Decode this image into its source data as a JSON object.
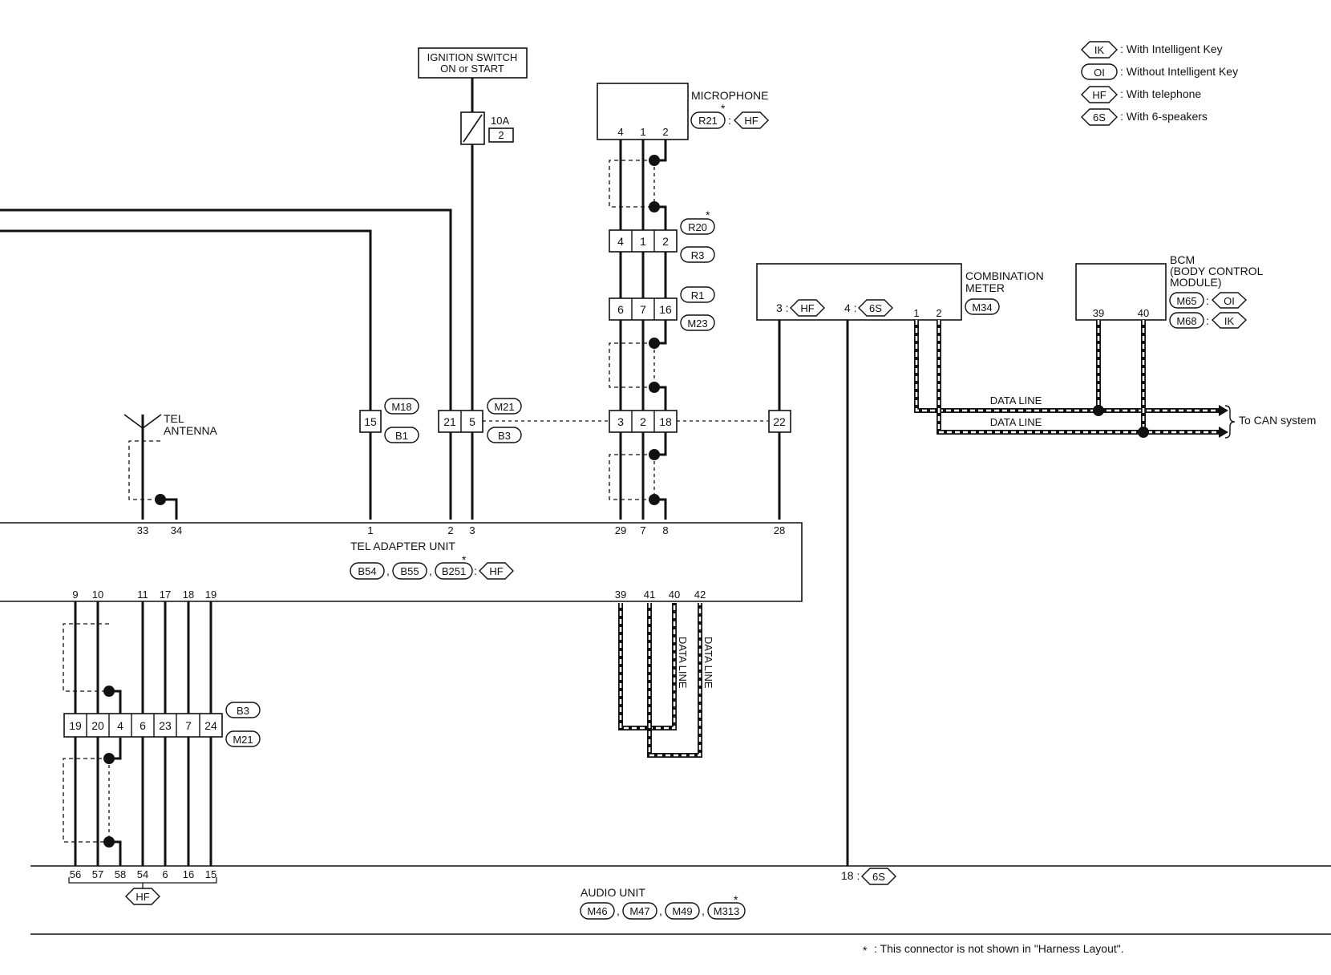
{
  "legend": {
    "ik": {
      "code": "IK",
      "text": ": With Intelligent Key"
    },
    "oi": {
      "code": "OI",
      "text": ": Without Intelligent Key"
    },
    "hf": {
      "code": "HF",
      "text": ": With telephone"
    },
    "s6": {
      "code": "6S",
      "text": ": With 6-speakers"
    }
  },
  "ignition": {
    "line1": "IGNITION SWITCH",
    "line2": "ON or START",
    "fuse": "10A",
    "fuse_no": "2"
  },
  "microphone": {
    "label": "MICROPHONE",
    "connector": "R21",
    "option": "HF",
    "star": "*",
    "colon": ":",
    "pins": [
      "4",
      "1",
      "2"
    ]
  },
  "r20_block": {
    "pins": [
      "4",
      "1",
      "2"
    ],
    "conn_top": "R20",
    "conn_bottom": "R3",
    "star": "*"
  },
  "r1_block": {
    "pins": [
      "6",
      "7",
      "16"
    ],
    "conn_top": "R1",
    "conn_bottom": "M23"
  },
  "m21_mic_block": {
    "pins": [
      "3",
      "2",
      "18"
    ]
  },
  "m18_block": {
    "pin": "15",
    "conn_top": "M18",
    "conn_bottom": "B1"
  },
  "b3_top_block": {
    "pins": [
      "21",
      "5"
    ],
    "conn_top": "M21",
    "conn_bottom": "B3"
  },
  "meter_block": {
    "pin": "22"
  },
  "antenna": {
    "line1": "TEL",
    "line2": "ANTENNA"
  },
  "tel_unit": {
    "label": "TEL ADAPTER UNIT",
    "connectors": [
      "B54",
      "B55",
      "B251"
    ],
    "option": "HF",
    "star": "*",
    "sep": ",",
    "colon": ":",
    "top_pins": [
      "33",
      "34",
      "1",
      "2",
      "3",
      "29",
      "7",
      "8",
      "28"
    ],
    "bottom_pins": [
      "9",
      "10",
      "11",
      "17",
      "18",
      "19",
      "39",
      "41",
      "40",
      "42"
    ]
  },
  "combination_meter": {
    "line1": "COMBINATION",
    "line2": "METER",
    "connector": "M34",
    "pin3": "3 :",
    "pin3_opt": "HF",
    "pin4": "4 :",
    "pin4_opt": "6S",
    "pins": [
      "1",
      "2"
    ]
  },
  "bcm": {
    "line1": "BCM",
    "line2": "(BODY CONTROL",
    "line3": "MODULE)",
    "conn1": "M65",
    "conn1_opt": "OI",
    "conn2": "M68",
    "conn2_opt": "IK",
    "colon": ":",
    "pins": [
      "39",
      "40"
    ]
  },
  "data_line": "DATA LINE",
  "can_label": "To CAN system",
  "lower_block": {
    "pins": [
      "19",
      "20",
      "4",
      "6",
      "23",
      "7",
      "24"
    ],
    "conn_top": "B3",
    "conn_bottom": "M21"
  },
  "audio_unit": {
    "label": "AUDIO UNIT",
    "connectors": [
      "M46",
      "M47",
      "M49",
      "M313"
    ],
    "star": "*",
    "sep": ",",
    "pins": [
      "56",
      "57",
      "58",
      "54",
      "6",
      "16",
      "15"
    ],
    "bracket_option": "HF",
    "pin18": "18 :",
    "pin18_opt": "6S"
  },
  "footnote": {
    "star": "*",
    "text": ": This connector is not shown in \"Harness Layout\"."
  }
}
